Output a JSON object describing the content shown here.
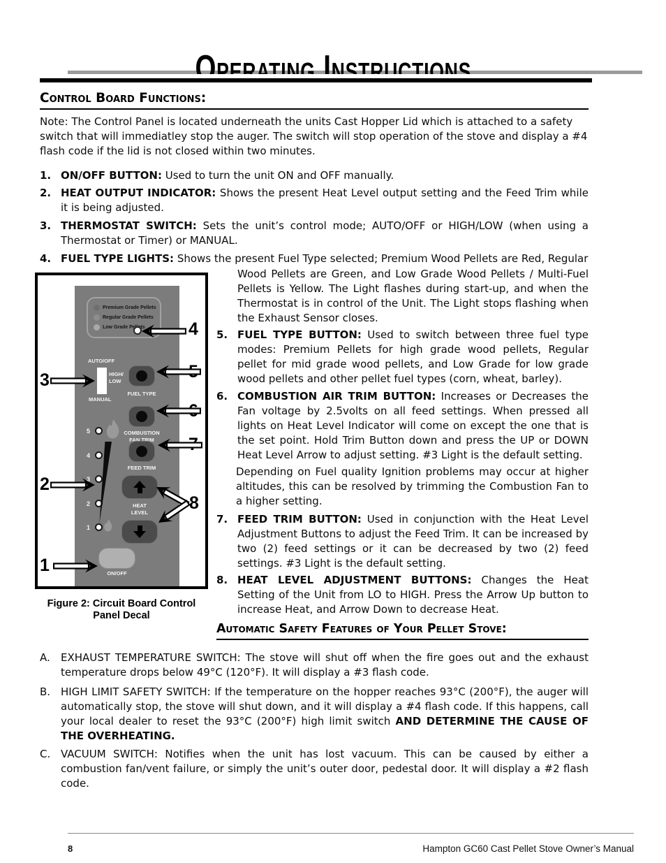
{
  "page": {
    "title": "Operating Instructions",
    "page_number": "8",
    "footer_right": "Hampton GC60 Cast Pellet Stove Owner’s Manual"
  },
  "headings": {
    "control": "Control Board Functions:",
    "safety": "Automatic Safety Features of Your Pellet Stove:"
  },
  "note": "Note: The Control Panel is located underneath the units  Cast Hopper Lid which is attached to a safety switch that will immediatley stop the auger. The switch will stop operation of the stove and display a #4 flash code if the lid is not closed within two minutes.",
  "control_items": [
    {
      "num": "1.",
      "label": "ON/OFF BUTTON:",
      "text": "Used to turn the unit ON and OFF manually."
    },
    {
      "num": "2.",
      "label": "HEAT OUTPUT INDICATOR:",
      "text": "Shows the present Heat Level output setting and the Feed Trim while it is being adjusted."
    },
    {
      "num": "3.",
      "label": "THERMOSTAT SWITCH:",
      "text": "Sets the unit’s control mode; AUTO/OFF or HIGH/LOW (when using a Thermostat or Timer) or MANUAL."
    },
    {
      "num": "4.",
      "label": "FUEL TYPE LIGHTS:",
      "text": "Shows the present Fuel Type selected; Premium Wood Pellets are Red, Regular",
      "text2": "Wood Pellets are Green, and Low Grade Wood Pellets / Multi-Fuel Pellets is Yellow. The Light flashes during start-up, and when the Thermostat is in control of the Unit.  The Light stops flashing when the Exhaust Sensor closes."
    },
    {
      "num": "5.",
      "label": "FUEL TYPE BUTTON:",
      "text": "Used to switch between three fuel type modes: Premium Pellets for high grade wood pellets, Regular pellet for mid grade wood pellets, and Low Grade for low grade wood pellets and other pellet fuel types (corn, wheat, barley)."
    },
    {
      "num": "6.",
      "label": "COMBUSTION AIR TRIM BUTTON:",
      "text": "Increases or Decreases the Fan voltage by 2.5volts on all feed settings. When pressed all lights on Heat Level Indicator will come on except the one that is the set point. Hold Trim Button down and press the UP or DOWN Heat Level Arrow to adjust setting. #3 Light is the default setting.",
      "extra": "Depending on Fuel quality Ignition problems may occur at higher altitudes, this can be resolved by trimming the Combustion Fan to a higher setting."
    },
    {
      "num": "7.",
      "label": "FEED TRIM BUTTON:",
      "text": "Used in conjunction with the Heat Level Adjustment Buttons to adjust the Feed Trim. It can be increased by two (2) feed settings or it can be decreased by two (2) feed settings. #3 Light is the default setting."
    },
    {
      "num": "8.",
      "label": "HEAT LEVEL ADJUSTMENT BUTTONS:",
      "text": "Changes the Heat Setting of the Unit from LO to HIGH.  Press the Arrow Up button to increase Heat, and Arrow Down to decrease Heat."
    }
  ],
  "safety_items": [
    {
      "letter": "A.",
      "text": "EXHAUST TEMPERATURE SWITCH: The stove will shut off when the fire goes out and the exhaust temperature drops below 49°C (120°F). It will display a #3 flash code."
    },
    {
      "letter": "B.",
      "text": "HIGH LIMIT SAFETY SWITCH: If the temperature on the hopper reaches 93°C (200°F), the auger will automatically stop, the stove will shut down, and it will display a #4 flash code.  If this happens, call your local dealer to reset the 93°C (200°F) high limit switch ",
      "bold_tail": "AND DETERMINE THE CAUSE OF THE OVERHEATING."
    },
    {
      "letter": "C.",
      "text": "VACUUM SWITCH: Notifies when the unit has lost vacuum. This can be caused by either a combustion fan/vent failure, or simply the unit’s outer door, pedestal door. It will display a #2 flash code."
    }
  ],
  "figure": {
    "caption1": "Figure 2: Circuit Board Control",
    "caption2": "Panel Decal",
    "fuel_lights": [
      "Premium Grade Pellets",
      "Regular Grade Pellets",
      "Low Grade Pellets"
    ],
    "mode_switch": {
      "auto": "AUTO/OFF",
      "highlow": "HIGH/\nLOW",
      "manual": "MANUAL"
    },
    "buttons": {
      "fuel_type": "FUEL TYPE",
      "combustion": "COMBUSTION\nFAN TRIM",
      "feed_trim": "FEED TRIM",
      "heat_level": "HEAT\nLEVEL",
      "onoff": "ON/OFF"
    },
    "heat_levels": [
      "5",
      "4",
      "3",
      "2",
      "1"
    ],
    "callouts": [
      "1",
      "2",
      "3",
      "4",
      "5",
      "6",
      "7",
      "8"
    ],
    "colors": {
      "panel_gray": "#7c7c7c",
      "button_dark": "#4b4b4b",
      "onoff_gray": "#b0b0b0"
    }
  }
}
